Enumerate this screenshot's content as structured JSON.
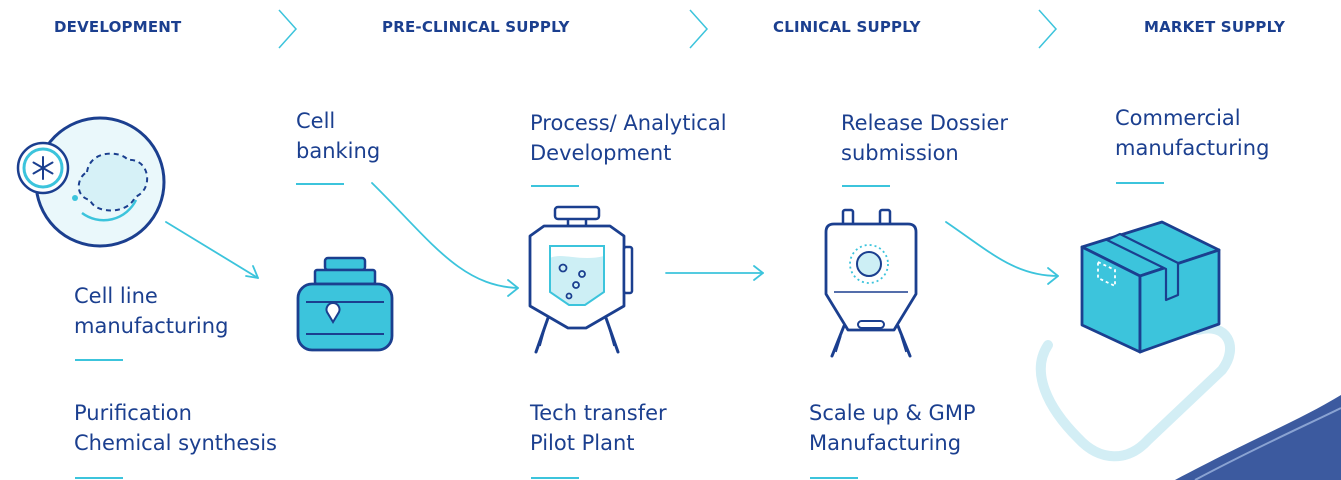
{
  "phases": [
    "DEVELOPMENT",
    "PRE-CLINICAL SUPPLY",
    "CLINICAL SUPPLY",
    "MARKET SUPPLY"
  ],
  "labels": {
    "cell_banking": [
      "Cell",
      "banking"
    ],
    "process_analytical": [
      "Process/ Analytical",
      "Development"
    ],
    "release_dossier": [
      "Release Dossier",
      "submission"
    ],
    "commercial": [
      "Commercial",
      "manufacturing"
    ],
    "cell_line": [
      "Cell line",
      "manufacturing"
    ],
    "purification": [
      "Purification",
      "Chemical synthesis"
    ],
    "tech_transfer": [
      "Tech transfer",
      "Pilot Plant"
    ],
    "scale_up": [
      "Scale up & GMP",
      "Manufacturing"
    ]
  },
  "colors": {
    "navy": "#1b3f8f",
    "cyan": "#3cc4dc",
    "light_cyan": "#cdeff5"
  },
  "icons": [
    "petri-dish-snowflake-icon",
    "cell-bank-container-icon",
    "bioreactor-icon",
    "tank-reactor-icon",
    "shipping-box-icon"
  ]
}
